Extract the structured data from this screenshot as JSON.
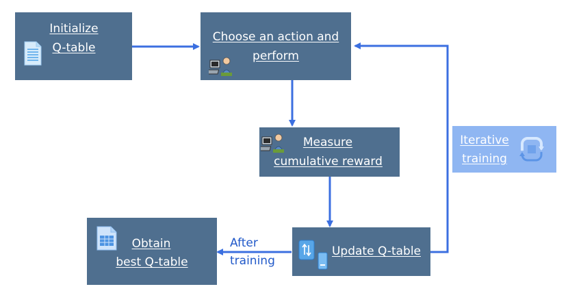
{
  "nodes": {
    "initialize": {
      "line1": "Initialize",
      "line2": "Q-table",
      "icon": "document-icon"
    },
    "choose_action": {
      "line1": "Choose an action and",
      "line2": "perform",
      "icon": "computer-user-icon"
    },
    "measure": {
      "line1": "Measure",
      "line2": "cumulative reward",
      "icon": "computer-user-icon"
    },
    "update": {
      "line1": "Update Q-table",
      "icon": "device-sync-icon"
    },
    "obtain": {
      "line1": "Obtain",
      "line2": "best Q-table",
      "icon": "table-document-icon"
    },
    "iterative": {
      "line1": "Iterative",
      "line2": "training",
      "icon": "cycle-icon"
    }
  },
  "edges": {
    "after_training": {
      "line1": "After",
      "line2": "training"
    }
  },
  "colors": {
    "node_fill": "#4f6f8f",
    "highlight_fill": "#8fb6f2",
    "arrow": "#3b6fe0",
    "edge_text": "#2159c9",
    "node_text": "#ffffff"
  }
}
